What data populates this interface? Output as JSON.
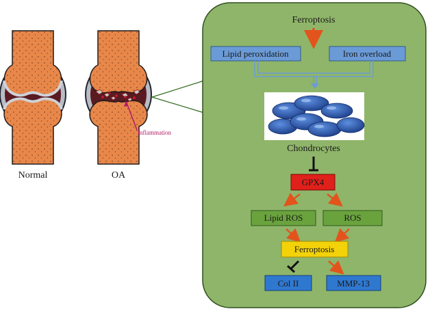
{
  "joints": {
    "normal_label": "Normal",
    "oa_label": "OA",
    "inflammation_label": "Inflammation"
  },
  "panel": {
    "ferroptosis_top": "Ferroptosis",
    "lipid_peroxidation": "Lipid peroxidation",
    "iron_overload": "Iron overload",
    "chondrocytes": "Chondrocytes",
    "gpx4": "GPX4",
    "lipid_ros": "Lipid ROS",
    "ros": "ROS",
    "ferroptosis_mid": "Ferroptosis",
    "col2": "Col II",
    "mmp13": "MMP-13"
  },
  "colors": {
    "panel_fill": "#8fb56a",
    "panel_stroke": "#2f4f1f",
    "blue_box": "#6b9bd6",
    "blue_box_dark": "#2f6fc4",
    "red_box": "#e0201a",
    "green_box": "#6aa33e",
    "yellow_box": "#f3d20a",
    "orange_arrow": "#e2541c",
    "bone": "#e8874a",
    "cartilage": "#c8c8c8",
    "joint_space": "#5a1a22"
  }
}
